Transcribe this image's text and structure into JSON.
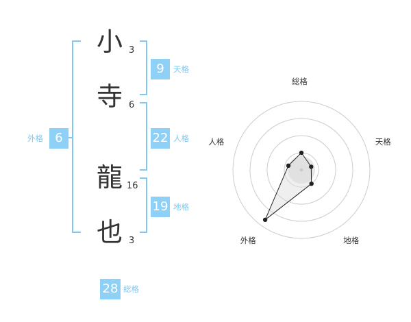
{
  "name_chars": [
    {
      "char": "小",
      "strokes": "3"
    },
    {
      "char": "寺",
      "strokes": "6"
    },
    {
      "char": "龍",
      "strokes": "16"
    },
    {
      "char": "也",
      "strokes": "3"
    }
  ],
  "fortunes": {
    "tenkaku": {
      "value": "9",
      "label": "天格"
    },
    "jinkaku": {
      "value": "22",
      "label": "人格"
    },
    "chikaku": {
      "value": "19",
      "label": "地格"
    },
    "gaikaku": {
      "value": "6",
      "label": "外格"
    },
    "soukaku": {
      "value": "28",
      "label": "総格"
    }
  },
  "colors": {
    "accent": "#8fd1f6",
    "bracket": "#7ec8f3",
    "text": "#333333",
    "grid": "#cccccc"
  },
  "chart_data": {
    "type": "radar",
    "axes": [
      "総格",
      "天格",
      "地格",
      "外格",
      "人格"
    ],
    "values": [
      0.25,
      0.15,
      0.25,
      0.9,
      0.2
    ],
    "range": [
      0,
      1
    ],
    "rings": 4
  }
}
